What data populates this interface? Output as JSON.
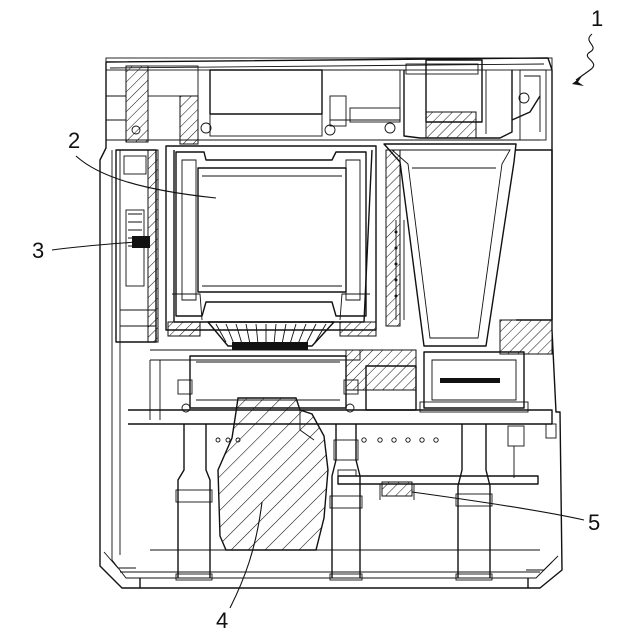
{
  "figure": {
    "reference_numerals": {
      "apparatus": "1",
      "basket": "2",
      "part_3": "3",
      "part_4": "4",
      "part_5": "5"
    }
  }
}
